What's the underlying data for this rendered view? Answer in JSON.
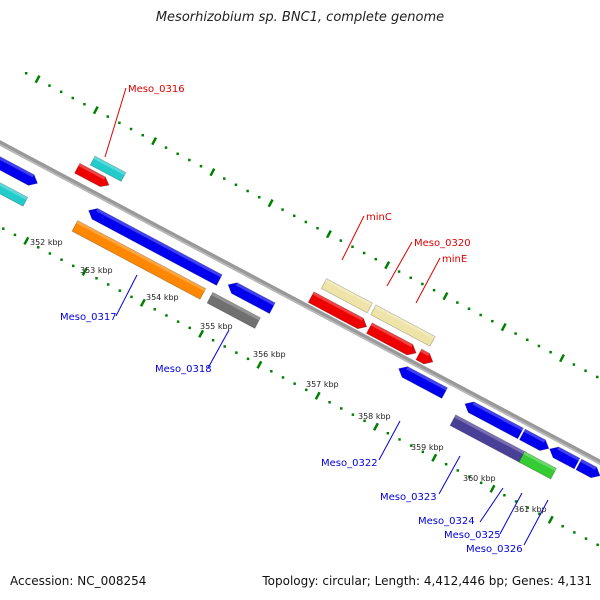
{
  "title": "Mesorhizobium sp. BNC1, complete genome",
  "footer": {
    "accession": "Accession: NC_008254",
    "topology": "Topology: circular; Length: 4,412,446 bp; Genes: 4,131"
  },
  "colors": {
    "backbone": "#888888",
    "tick": "#008000",
    "label_forward": "#dd0000",
    "label_reverse": "#0000dd"
  },
  "ticks": [
    "352 kbp",
    "353 kbp",
    "354 kbp",
    "355 kbp",
    "356 kbp",
    "357 kbp",
    "358 kbp",
    "359 kbp",
    "360 kbp",
    "361 kbp"
  ],
  "labels_forward": [
    "Meso_0316",
    "minC",
    "Meso_0320",
    "minE"
  ],
  "labels_reverse": [
    "Meso_0317",
    "Meso_0318",
    "Meso_0322",
    "Meso_0323",
    "Meso_0324",
    "Meso_0325",
    "Meso_0326"
  ],
  "features": [
    {
      "name": "blue-cds-edge",
      "color": "#0000ee"
    },
    {
      "name": "cyan-feature-edge",
      "color": "#22cccc"
    },
    {
      "name": "cyan-feature-0316",
      "color": "#22cccc"
    },
    {
      "name": "red-cds-0316",
      "color": "#ee0000"
    },
    {
      "name": "blue-cds-0317",
      "color": "#0000ee"
    },
    {
      "name": "orange-gene-0317",
      "color": "#ff8800"
    },
    {
      "name": "blue-cds-0318",
      "color": "#0000ee"
    },
    {
      "name": "gray-gene-0318",
      "color": "#707070"
    },
    {
      "name": "yellow-gene-minC",
      "color": "#eee4a8"
    },
    {
      "name": "yellow-gene-0320",
      "color": "#eee4a8"
    },
    {
      "name": "red-cds-minC",
      "color": "#ee0000"
    },
    {
      "name": "red-cds-0320",
      "color": "#ee0000"
    },
    {
      "name": "red-cds-minE",
      "color": "#ee0000"
    },
    {
      "name": "blue-cds-0322",
      "color": "#0000ee"
    },
    {
      "name": "blue-cds-0323",
      "color": "#0000ee"
    },
    {
      "name": "purple-gene-0323",
      "color": "#4a3f96"
    },
    {
      "name": "blue-cds-0324",
      "color": "#0000ee"
    },
    {
      "name": "blue-cds-0325",
      "color": "#0000ee"
    },
    {
      "name": "green-gene-0325",
      "color": "#33cc33"
    },
    {
      "name": "blue-cds-0326",
      "color": "#0000ee"
    },
    {
      "name": "red-cds-edge",
      "color": "#ee0000"
    }
  ]
}
